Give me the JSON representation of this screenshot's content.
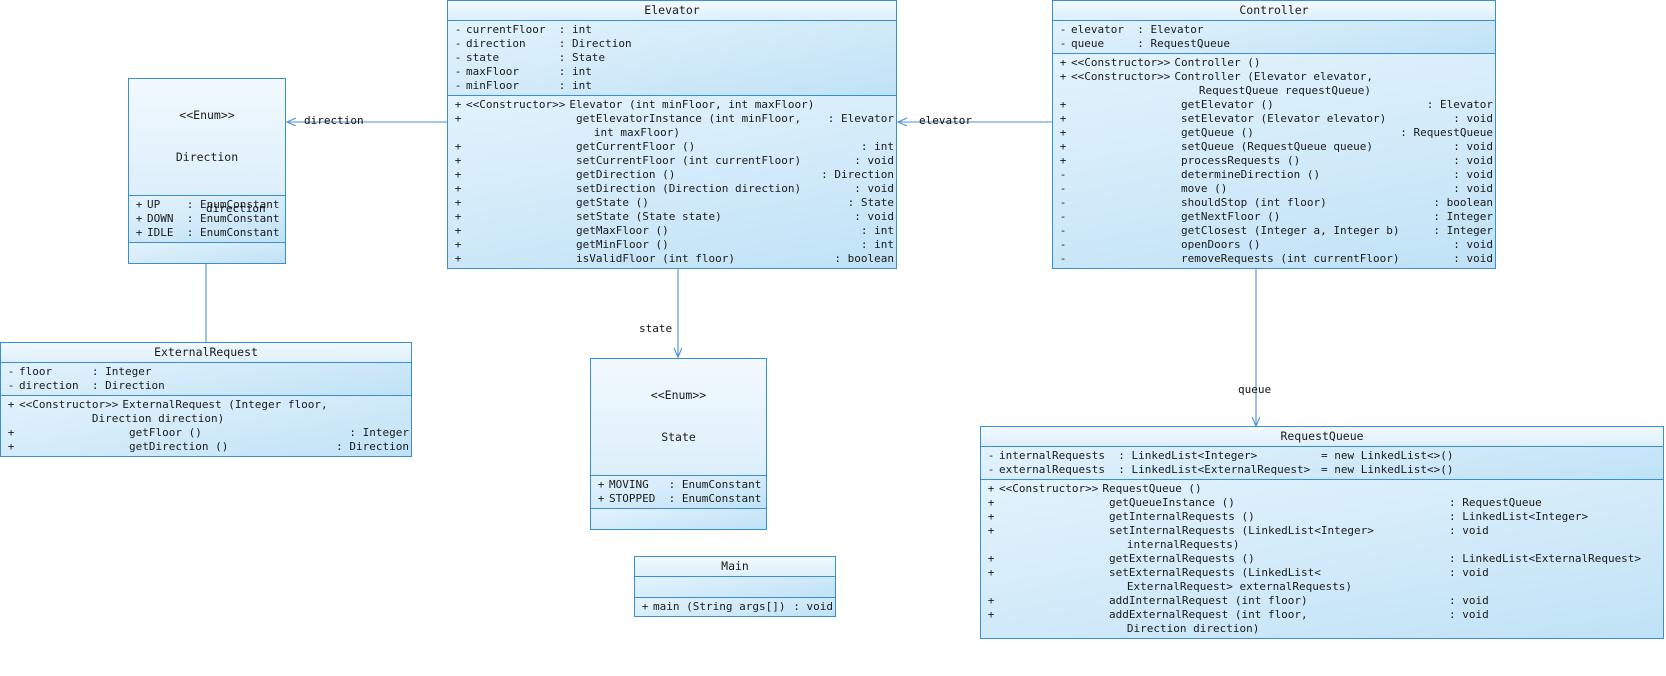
{
  "diagram": {
    "type": "uml-class-diagram",
    "colors": {
      "border": "#3a8fd4",
      "fill_light": "#eaf6fd",
      "fill_dark": "#bfe3f7",
      "edge": "#4a90d9",
      "text": "#1a1a1a"
    }
  },
  "classes": {
    "elevator": {
      "name": "Elevator",
      "attributes": [
        {
          "vis": "-",
          "sig": "currentFloor  : int"
        },
        {
          "vis": "-",
          "sig": "direction     : Direction"
        },
        {
          "vis": "-",
          "sig": "state         : State"
        },
        {
          "vis": "-",
          "sig": "maxFloor      : int"
        },
        {
          "vis": "-",
          "sig": "minFloor      : int"
        }
      ],
      "methods": [
        {
          "vis": "+",
          "stereotype": "<<Constructor>>",
          "sig": "Elevator (int minFloor, int maxFloor)",
          "ret": ""
        },
        {
          "vis": "+",
          "stereotype": "",
          "sig": "getElevatorInstance (int minFloor,",
          "ret": ": Elevator",
          "cont": "   int maxFloor)"
        },
        {
          "vis": "+",
          "stereotype": "",
          "sig": "getCurrentFloor ()",
          "ret": ": int"
        },
        {
          "vis": "+",
          "stereotype": "",
          "sig": "setCurrentFloor (int currentFloor)",
          "ret": ": void"
        },
        {
          "vis": "+",
          "stereotype": "",
          "sig": "getDirection ()",
          "ret": ": Direction"
        },
        {
          "vis": "+",
          "stereotype": "",
          "sig": "setDirection (Direction direction)",
          "ret": ": void"
        },
        {
          "vis": "+",
          "stereotype": "",
          "sig": "getState ()",
          "ret": ": State"
        },
        {
          "vis": "+",
          "stereotype": "",
          "sig": "setState (State state)",
          "ret": ": void"
        },
        {
          "vis": "+",
          "stereotype": "",
          "sig": "getMaxFloor ()",
          "ret": ": int"
        },
        {
          "vis": "+",
          "stereotype": "",
          "sig": "getMinFloor ()",
          "ret": ": int"
        },
        {
          "vis": "+",
          "stereotype": "",
          "sig": "isValidFloor (int floor)",
          "ret": ": boolean"
        }
      ]
    },
    "controller": {
      "name": "Controller",
      "attributes": [
        {
          "vis": "-",
          "sig": "elevator  : Elevator"
        },
        {
          "vis": "-",
          "sig": "queue     : RequestQueue"
        }
      ],
      "methods": [
        {
          "vis": "+",
          "stereotype": "<<Constructor>>",
          "sig": "Controller ()",
          "ret": ""
        },
        {
          "vis": "+",
          "stereotype": "<<Constructor>>",
          "sig": "Controller (Elevator elevator,",
          "ret": "",
          "cont": "   RequestQueue requestQueue)"
        },
        {
          "vis": "+",
          "stereotype": "",
          "sig": "getElevator ()",
          "ret": ": Elevator"
        },
        {
          "vis": "+",
          "stereotype": "",
          "sig": "setElevator (Elevator elevator)",
          "ret": ": void"
        },
        {
          "vis": "+",
          "stereotype": "",
          "sig": "getQueue ()",
          "ret": ": RequestQueue"
        },
        {
          "vis": "+",
          "stereotype": "",
          "sig": "setQueue (RequestQueue queue)",
          "ret": ": void"
        },
        {
          "vis": "+",
          "stereotype": "",
          "sig": "processRequests ()",
          "ret": ": void"
        },
        {
          "vis": "-",
          "stereotype": "",
          "sig": "determineDirection ()",
          "ret": ": void"
        },
        {
          "vis": "-",
          "stereotype": "",
          "sig": "move ()",
          "ret": ": void"
        },
        {
          "vis": "-",
          "stereotype": "",
          "sig": "shouldStop (int floor)",
          "ret": ": boolean"
        },
        {
          "vis": "-",
          "stereotype": "",
          "sig": "getNextFloor ()",
          "ret": ": Integer"
        },
        {
          "vis": "-",
          "stereotype": "",
          "sig": "getClosest (Integer a, Integer b)",
          "ret": ": Integer"
        },
        {
          "vis": "-",
          "stereotype": "",
          "sig": "openDoors ()",
          "ret": ": void"
        },
        {
          "vis": "-",
          "stereotype": "",
          "sig": "removeRequests (int currentFloor)",
          "ret": ": void"
        }
      ]
    },
    "direction": {
      "stereotype": "<<Enum>>",
      "name": "Direction",
      "attributes": [
        {
          "vis": "+",
          "sig": "UP    : EnumConstant"
        },
        {
          "vis": "+",
          "sig": "DOWN  : EnumConstant"
        },
        {
          "vis": "+",
          "sig": "IDLE  : EnumConstant"
        }
      ],
      "methods": []
    },
    "state": {
      "stereotype": "<<Enum>>",
      "name": "State",
      "attributes": [
        {
          "vis": "+",
          "sig": "MOVING   : EnumConstant"
        },
        {
          "vis": "+",
          "sig": "STOPPED  : EnumConstant"
        }
      ],
      "methods": []
    },
    "external_request": {
      "name": "ExternalRequest",
      "attributes": [
        {
          "vis": "-",
          "sig": "floor      : Integer"
        },
        {
          "vis": "-",
          "sig": "direction  : Direction"
        }
      ],
      "methods": [
        {
          "vis": "+",
          "stereotype": "<<Constructor>>",
          "sig": "ExternalRequest (Integer floor,",
          "ret": "",
          "cont": "           Direction direction)"
        },
        {
          "vis": "+",
          "stereotype": "",
          "sig": "getFloor ()",
          "ret": ": Integer"
        },
        {
          "vis": "+",
          "stereotype": "",
          "sig": "getDirection ()",
          "ret": ": Direction"
        }
      ]
    },
    "request_queue": {
      "name": "RequestQueue",
      "attributes": [
        {
          "vis": "-",
          "sig": "internalRequests  : LinkedList<Integer>",
          "init": "= new LinkedList<>()"
        },
        {
          "vis": "-",
          "sig": "externalRequests  : LinkedList<ExternalRequest>",
          "init": "= new LinkedList<>()"
        }
      ],
      "methods": [
        {
          "vis": "+",
          "stereotype": "<<Constructor>>",
          "sig": "RequestQueue ()",
          "ret": ""
        },
        {
          "vis": "+",
          "stereotype": "",
          "sig": "getQueueInstance ()",
          "ret": ": RequestQueue"
        },
        {
          "vis": "+",
          "stereotype": "",
          "sig": "getInternalRequests ()",
          "ret": ": LinkedList<Integer>"
        },
        {
          "vis": "+",
          "stereotype": "",
          "sig": "setInternalRequests (LinkedList<Integer>",
          "ret": ": void",
          "cont": "   internalRequests)"
        },
        {
          "vis": "+",
          "stereotype": "",
          "sig": "getExternalRequests ()",
          "ret": ": LinkedList<ExternalRequest>"
        },
        {
          "vis": "+",
          "stereotype": "",
          "sig": "setExternalRequests (LinkedList<",
          "ret": ": void",
          "cont": "   ExternalRequest> externalRequests)"
        },
        {
          "vis": "+",
          "stereotype": "",
          "sig": "addInternalRequest (int floor)",
          "ret": ": void"
        },
        {
          "vis": "+",
          "stereotype": "",
          "sig": "addExternalRequest (int floor,",
          "ret": ": void",
          "cont": "   Direction direction)"
        }
      ]
    },
    "main": {
      "name": "Main",
      "attributes": [],
      "methods": [
        {
          "vis": "+",
          "stereotype": "",
          "sig": "main (String args[])",
          "ret": ": void"
        }
      ]
    }
  },
  "edges": [
    {
      "label": "direction",
      "from": "elevator",
      "to": "direction"
    },
    {
      "label": "direction",
      "from": "external-request",
      "to": "direction"
    },
    {
      "label": "state",
      "from": "elevator",
      "to": "state"
    },
    {
      "label": "elevator",
      "from": "controller",
      "to": "elevator"
    },
    {
      "label": "queue",
      "from": "controller",
      "to": "request-queue"
    }
  ]
}
